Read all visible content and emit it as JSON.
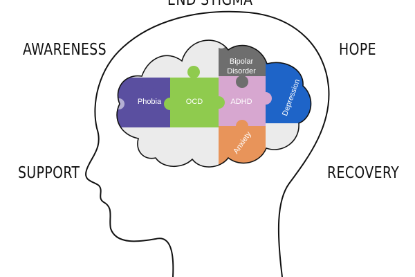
{
  "words": {
    "top": "END STIGMA",
    "left_top": "AWARENESS",
    "left_bottom": "SUPPORT",
    "right_top": "HOPE",
    "right_bottom": "RECOVERY"
  },
  "pieces": {
    "phobia": {
      "label": "Phobia",
      "color": "#5a4fa0"
    },
    "ocd": {
      "label": "OCD",
      "color": "#8fcb4e"
    },
    "adhd": {
      "label": "ADHD",
      "color": "#d7a7d0"
    },
    "bipolar": {
      "line1": "Bipolar",
      "line2": "Disorder",
      "color": "#6e6e6e"
    },
    "depression": {
      "label": "Depression",
      "color": "#1e64c8"
    },
    "anxiety": {
      "label": "Anxiety",
      "color": "#e8945a"
    },
    "blank": {
      "color": "#ebebeb"
    }
  }
}
